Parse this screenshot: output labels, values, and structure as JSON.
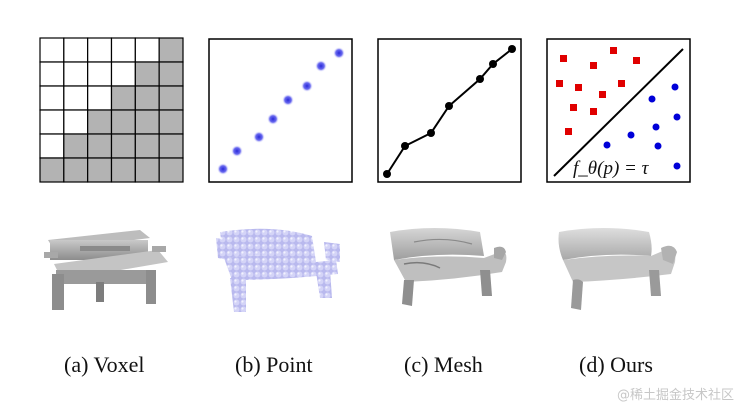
{
  "figure": {
    "panels": [
      {
        "id": "voxel",
        "caption": "(a) Voxel"
      },
      {
        "id": "point",
        "caption": "(b) Point"
      },
      {
        "id": "mesh",
        "caption": "(c) Mesh"
      },
      {
        "id": "ours",
        "caption": "(d) Ours",
        "formula": "f_θ(p) = τ"
      }
    ],
    "voxel_grid": {
      "rows": 6,
      "cols": 6,
      "filled_from_col_by_row": [
        5,
        4,
        3,
        2,
        1,
        0
      ]
    },
    "colors": {
      "voxel_fill": "#b3b3b3",
      "point_color": "#5a5ae6",
      "mesh_line": "#000000",
      "class_a": "#e00000",
      "class_b": "#0000d8"
    }
  },
  "watermark": "@稀土掘金技术社区"
}
